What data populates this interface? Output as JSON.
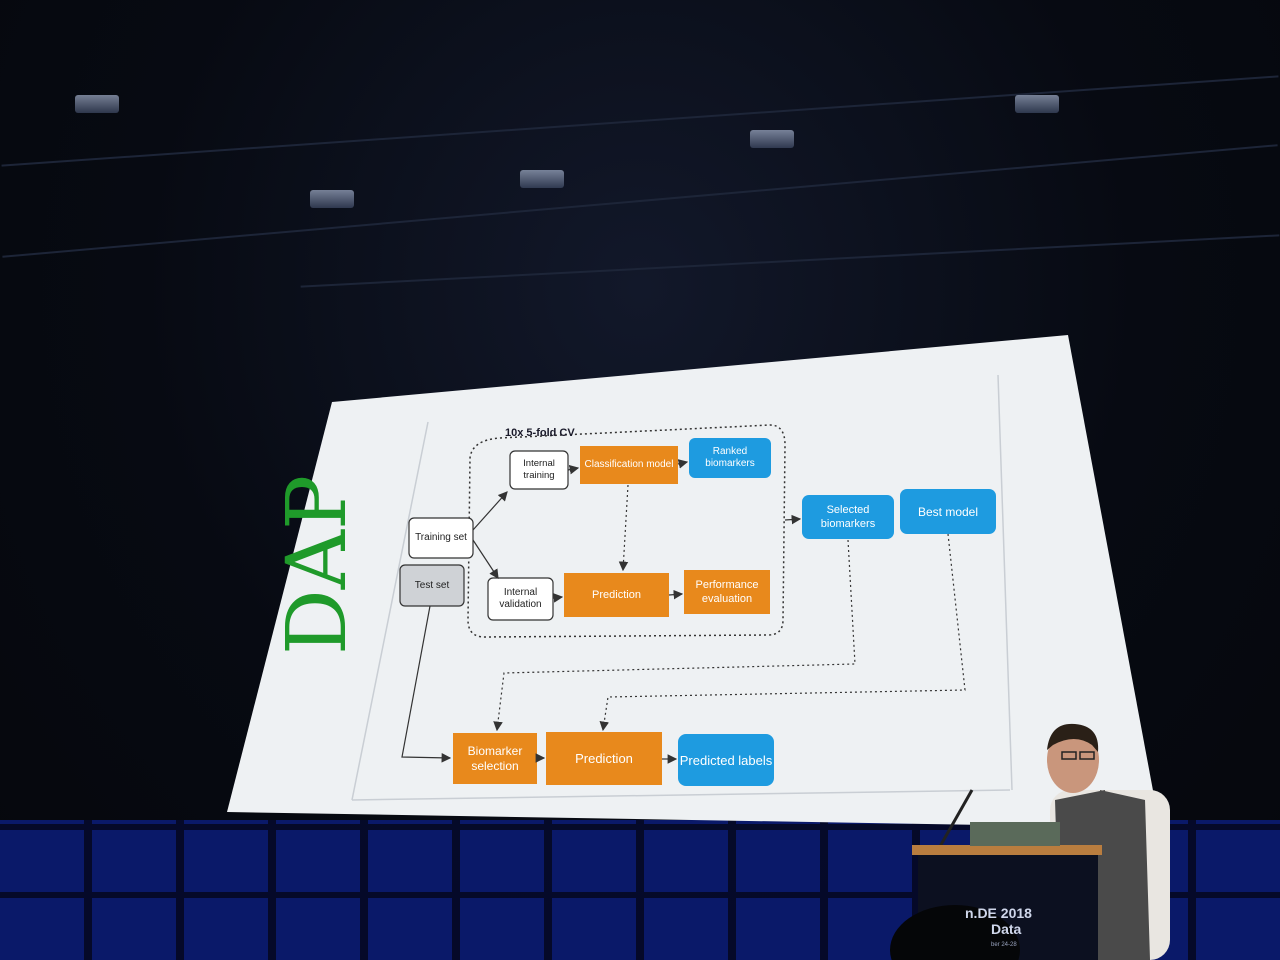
{
  "slide": {
    "title": "DAP",
    "cv_label": "10x 5-fold CV",
    "nodes": {
      "training_set": "Training set",
      "test_set": "Test set",
      "internal_training": "Internal training",
      "classification_model": "Classification model",
      "ranked_biomarkers": "Ranked biomarkers",
      "internal_validation": "Internal validation",
      "prediction_inner": "Prediction",
      "performance_evaluation": "Performance evaluation",
      "selected_biomarkers": "Selected biomarkers",
      "best_model": "Best model",
      "biomarker_selection": "Biomarker selection",
      "prediction_final": "Prediction",
      "predicted_labels": "Predicted labels"
    },
    "colors": {
      "orange": "#e8891c",
      "blue": "#1e9be0",
      "title_green": "#1f9a2a",
      "slide_bg": "#eef1f3"
    }
  },
  "podium": {
    "event_line1": "n.DE 2018",
    "event_line2": "Data",
    "event_line3": "ber 24-28"
  }
}
